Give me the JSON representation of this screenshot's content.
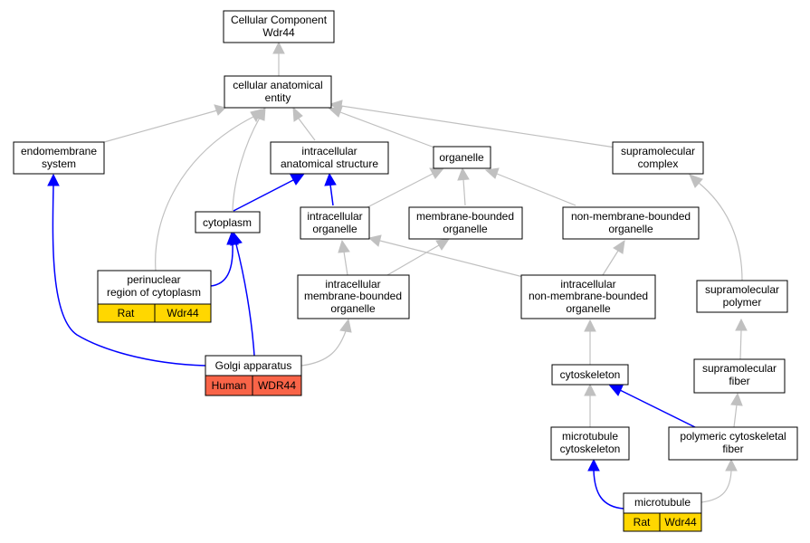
{
  "title": {
    "line1": "Cellular Component",
    "line2": "Wdr44"
  },
  "colors": {
    "rat": "#ffd700",
    "human": "#f96448",
    "part_of_edge": "#0000ff",
    "is_a_edge": "#c0c0c0"
  },
  "nodes": {
    "cellular_anatomical_entity": {
      "line1": "cellular anatomical",
      "line2": "entity"
    },
    "endomembrane_system": {
      "line1": "endomembrane",
      "line2": "system"
    },
    "intracellular_anatomical_structure": {
      "line1": "intracellular",
      "line2": "anatomical structure"
    },
    "organelle": {
      "line1": "organelle"
    },
    "supramolecular_complex": {
      "line1": "supramolecular",
      "line2": "complex"
    },
    "cytoplasm": {
      "line1": "cytoplasm"
    },
    "intracellular_organelle": {
      "line1": "intracellular",
      "line2": "organelle"
    },
    "membrane_bounded_organelle": {
      "line1": "membrane-bounded",
      "line2": "organelle"
    },
    "non_membrane_bounded_organelle": {
      "line1": "non-membrane-bounded",
      "line2": "organelle"
    },
    "perinuclear_region": {
      "line1": "perinuclear",
      "line2": "region of cytoplasm",
      "species": "Rat",
      "gene": "Wdr44"
    },
    "intracellular_membrane_bounded_organelle": {
      "line1": "intracellular",
      "line2": "membrane-bounded",
      "line3": "organelle"
    },
    "intracellular_non_membrane_bounded_organelle": {
      "line1": "intracellular",
      "line2": "non-membrane-bounded",
      "line3": "organelle"
    },
    "supramolecular_polymer": {
      "line1": "supramolecular",
      "line2": "polymer"
    },
    "golgi_apparatus": {
      "line1": "Golgi apparatus",
      "species": "Human",
      "gene": "WDR44"
    },
    "cytoskeleton": {
      "line1": "cytoskeleton"
    },
    "supramolecular_fiber": {
      "line1": "supramolecular",
      "line2": "fiber"
    },
    "microtubule_cytoskeleton": {
      "line1": "microtubule",
      "line2": "cytoskeleton"
    },
    "polymeric_cytoskeletal_fiber": {
      "line1": "polymeric cytoskeletal",
      "line2": "fiber"
    },
    "microtubule": {
      "line1": "microtubule",
      "species": "Rat",
      "gene": "Wdr44"
    }
  }
}
